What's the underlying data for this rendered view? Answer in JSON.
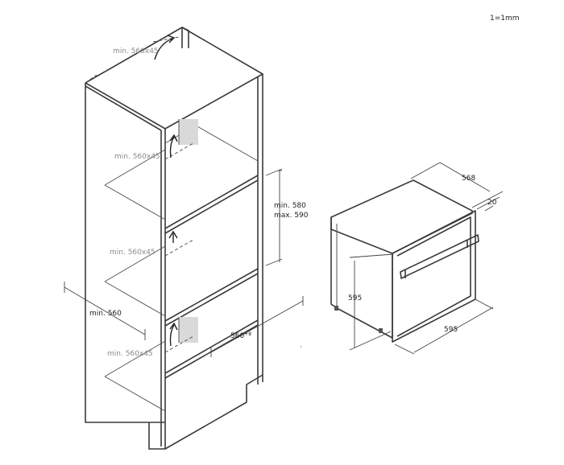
{
  "scale": "1=1mm",
  "cabinet": {
    "vent_top": "min. 560x45",
    "vent_upper": "min. 560x45",
    "vent_middle": "min. 560x45",
    "vent_bottom": "min. 560x45",
    "niche_height_min": "min. 580",
    "niche_height_max": "max. 590",
    "niche_depth": "min. 560",
    "niche_width": "560",
    "niche_width_tolerance": "+8"
  },
  "oven": {
    "depth": "568",
    "door_thickness": "20",
    "height": "595",
    "width": "595"
  }
}
